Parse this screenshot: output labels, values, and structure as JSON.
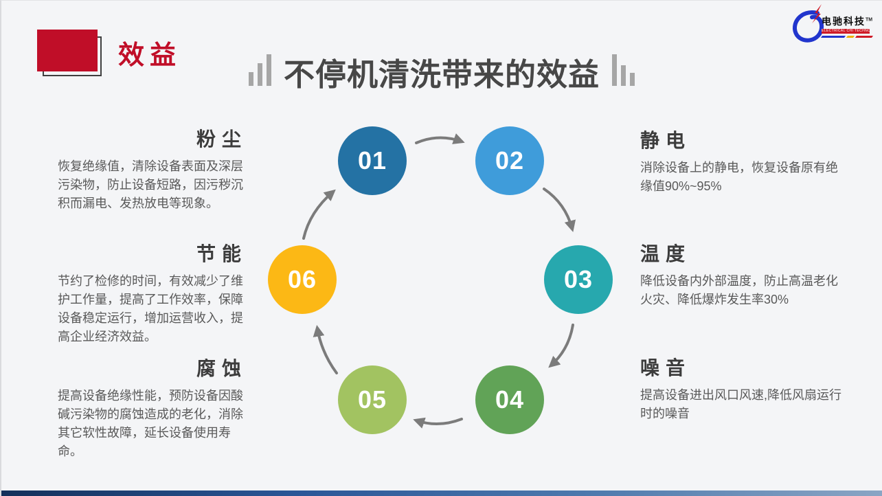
{
  "slide": {
    "section_label": "效益",
    "title": "不停机清洗带来的效益",
    "logo": {
      "brand": "电驰科技",
      "trademark": "TM",
      "tagline": "ELECTRICAL CHI TECHNOLOGY"
    },
    "cycle": {
      "steps": [
        {
          "number": "01",
          "color": "#2472a4"
        },
        {
          "number": "02",
          "color": "#3f9cda"
        },
        {
          "number": "03",
          "color": "#27a8ae"
        },
        {
          "number": "04",
          "color": "#61a357"
        },
        {
          "number": "05",
          "color": "#a2c361"
        },
        {
          "number": "06",
          "color": "#fcb815"
        }
      ]
    },
    "benefits_left": [
      {
        "title": "粉尘",
        "body": "恢复绝缘值，清除设备表面及深层污染物，防止设备短路，因污秽沉积而漏电、发热放电等现象。"
      },
      {
        "title": "节能",
        "body": "节约了检修的时间，有效减少了维护工作量，提高了工作效率，保障设备稳定运行，增加运营收入，提高企业经济效益。"
      },
      {
        "title": "腐蚀",
        "body": "提高设备绝缘性能，预防设备因酸碱污染物的腐蚀造成的老化，消除其它软性故障，延长设备使用寿命。"
      }
    ],
    "benefits_right": [
      {
        "title": "静电",
        "body": "消除设备上的静电，恢复设备原有绝缘值90%~95%"
      },
      {
        "title": "温度",
        "body": "降低设备内外部温度，防止高温老化火灾、降低爆炸发生率30%"
      },
      {
        "title": "噪音",
        "body": "提高设备进出风口风速,降低风扇运行时的噪音"
      }
    ],
    "colors": {
      "accent_red": "#c00e28",
      "title_gray": "#474747",
      "heading_gray": "#3c3c3c",
      "body_gray": "#595959",
      "arrow_gray": "#7b7b7b",
      "bar_gray": "#a6a6a6",
      "logo_blue": "#2135cd",
      "logo_red": "#cf1a26",
      "logo_yellow": "#eeb000",
      "footer_gradient": [
        "#14305a",
        "#2a5697",
        "#4d79ad",
        "#8aa5c4"
      ]
    }
  }
}
